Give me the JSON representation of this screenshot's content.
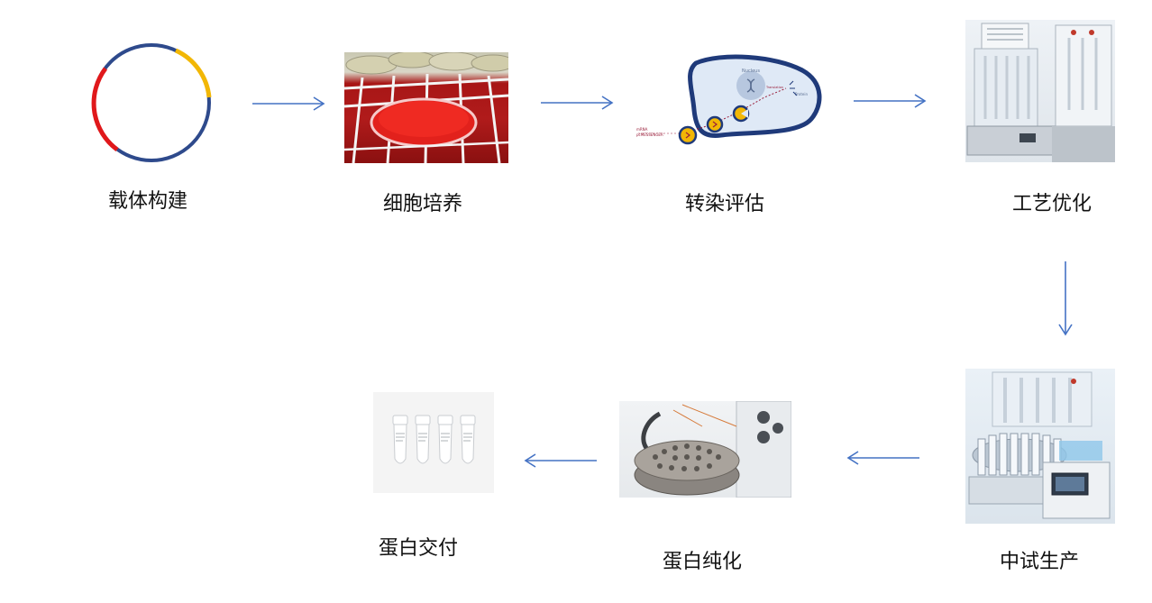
{
  "steps": [
    {
      "label": "载体构建"
    },
    {
      "label": "细胞培养"
    },
    {
      "label": "转染评估"
    },
    {
      "label": "工艺优化"
    },
    {
      "label": "中试生产"
    },
    {
      "label": "蛋白纯化"
    },
    {
      "label": "蛋白交付"
    }
  ],
  "transfection": {
    "nucleus_label": "Nucleus",
    "mrna_label": "mRNA",
    "messenger_label": "pcMESSENGER",
    "protein_label": "Protein",
    "translation_label": "Translation"
  },
  "colors": {
    "arrow": "#4472C4",
    "plasmid_blue": "#2E4A8C",
    "plasmid_red": "#E0181B",
    "plasmid_yellow": "#F2B705",
    "cell_outline": "#1F3A7A",
    "cell_marker": "#F2B705",
    "pathway": "#9A1F3B"
  }
}
